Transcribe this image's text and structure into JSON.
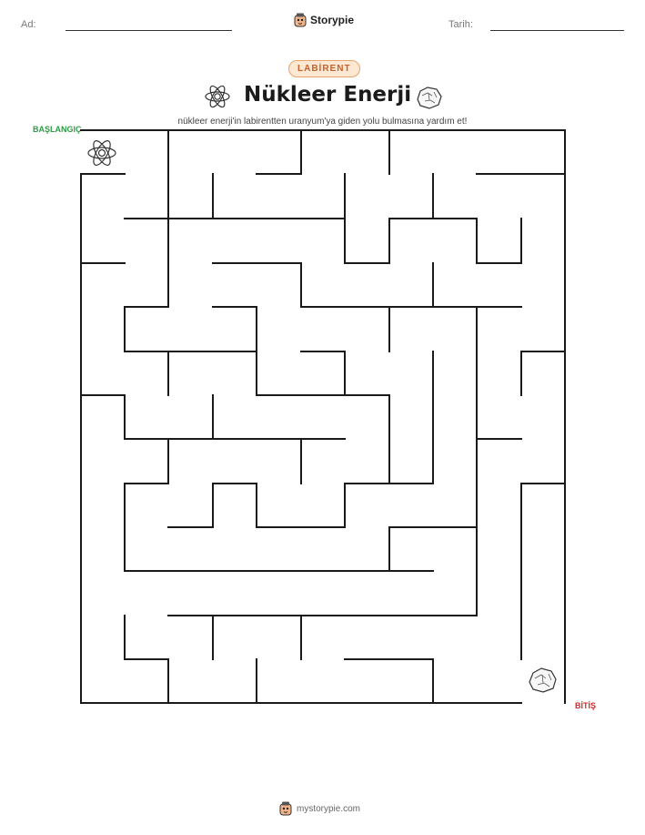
{
  "header": {
    "name_label": "Ad:",
    "date_label": "Tarih:",
    "brand": "Storypie"
  },
  "badge": "LABİRENT",
  "title": "Nükleer Enerji",
  "subtitle": "nükleer enerji'in labirentten uranyum'ya giden yolu bulmasına yardım et!",
  "maze": {
    "start_label": "BAŞLANGIÇ",
    "finish_label": "BİTİŞ",
    "start_icon": "atom-icon",
    "finish_icon": "uranium-rock-icon"
  },
  "footer": {
    "text": "mystorypie.com"
  },
  "colors": {
    "badge_border": "#e8a36a",
    "badge_bg": "#fde8d4",
    "badge_text": "#c8602a",
    "start": "#2e9b44",
    "finish": "#d42a2a",
    "walls": "#1a1a1a"
  }
}
